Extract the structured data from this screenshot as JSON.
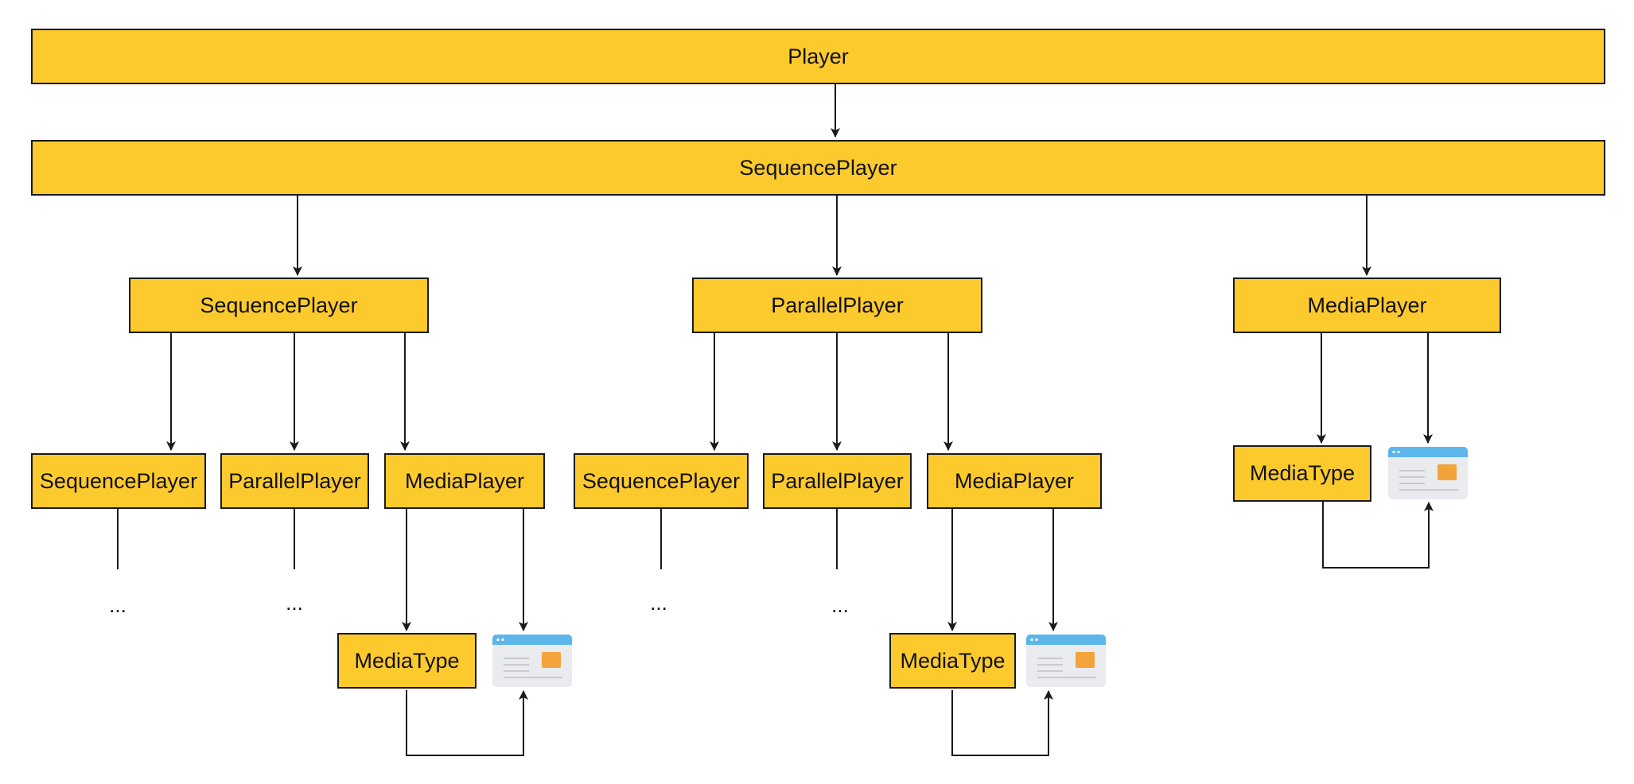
{
  "colors": {
    "node_fill": "#FDCA2E",
    "stroke": "#1a1a1a",
    "window_bar": "#5DB6EA",
    "window_body": "#E9EBEE",
    "window_accent": "#F2A33A"
  },
  "nodes": {
    "player": "Player",
    "root_sequence": "SequencePlayer",
    "l2_sequence": "SequencePlayer",
    "l2_parallel": "ParallelPlayer",
    "l2_media": "MediaPlayer",
    "a_sequence": "SequencePlayer",
    "a_parallel": "ParallelPlayer",
    "a_media": "MediaPlayer",
    "a_mediatype": "MediaType",
    "b_sequence": "SequencePlayer",
    "b_parallel": "ParallelPlayer",
    "b_media": "MediaPlayer",
    "b_mediatype": "MediaType",
    "c_mediatype": "MediaType"
  },
  "ellipsis": "...",
  "icons": [
    "media-window-icon",
    "media-window-icon",
    "media-window-icon"
  ]
}
